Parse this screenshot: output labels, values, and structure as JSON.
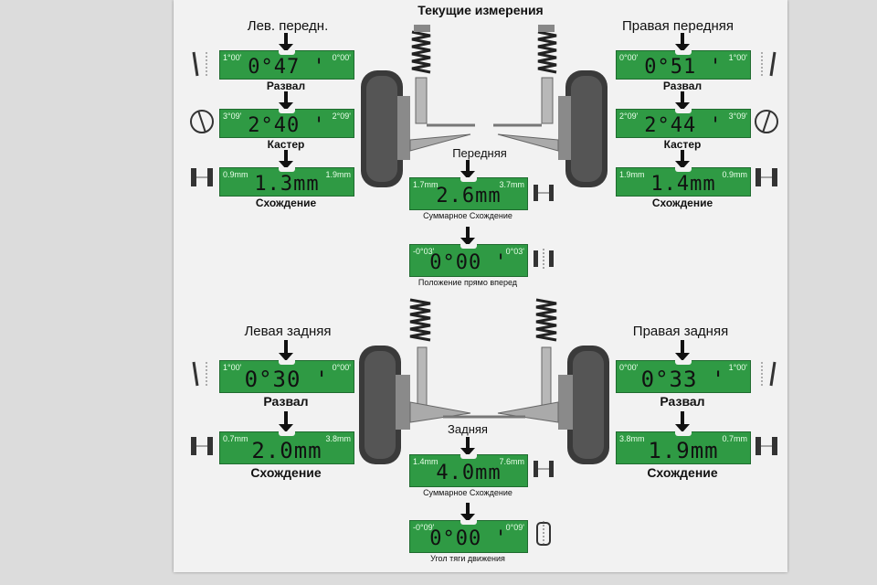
{
  "title": "Текущие измерения",
  "front_left": {
    "label": "Лев. передн.",
    "camber": {
      "min": "1°00'",
      "max": "0°00'",
      "value": "0°47 '",
      "caption": "Развал"
    },
    "caster": {
      "min": "3°09'",
      "max": "2°09'",
      "value": "2°40 '",
      "caption": "Кастер"
    },
    "toe": {
      "min": "0.9mm",
      "max": "1.9mm",
      "value": "1.3mm",
      "caption": "Схождение"
    }
  },
  "front_right": {
    "label": "Правая передняя",
    "camber": {
      "min": "0°00'",
      "max": "1°00'",
      "value": "0°51 '",
      "caption": "Развал"
    },
    "caster": {
      "min": "2°09'",
      "max": "3°09'",
      "value": "2°44 '",
      "caption": "Кастер"
    },
    "toe": {
      "min": "1.9mm",
      "max": "0.9mm",
      "value": "1.4mm",
      "caption": "Схождение"
    }
  },
  "front_center": {
    "label": "Передняя",
    "total_toe": {
      "min": "1.7mm",
      "max": "3.7mm",
      "value": "2.6mm",
      "caption": "Суммарное Схождение"
    },
    "straight_ahead": {
      "min": "-0°03'",
      "max": "0°03'",
      "value": "0°00 '",
      "caption": "Положение прямо вперед"
    }
  },
  "rear_left": {
    "label": "Левая задняя",
    "camber": {
      "min": "1°00'",
      "max": "0°00'",
      "value": "0°30 '",
      "caption": "Развал"
    },
    "toe": {
      "min": "0.7mm",
      "max": "3.8mm",
      "value": "2.0mm",
      "caption": "Схождение"
    }
  },
  "rear_right": {
    "label": "Правая задняя",
    "camber": {
      "min": "0°00'",
      "max": "1°00'",
      "value": "0°33 '",
      "caption": "Развал"
    },
    "toe": {
      "min": "3.8mm",
      "max": "0.7mm",
      "value": "1.9mm",
      "caption": "Схождение"
    }
  },
  "rear_center": {
    "label": "Задняя",
    "total_toe": {
      "min": "1.4mm",
      "max": "7.6mm",
      "value": "4.0mm",
      "caption": "Суммарное Схождение"
    },
    "thrust_angle": {
      "min": "-0°09'",
      "max": "0°09'",
      "value": "0°00 '",
      "caption": "Угол тяги движения"
    }
  },
  "colors": {
    "gauge_green": "#2f9a44",
    "text": "#111111",
    "screen_bg": "#f2f2f2"
  }
}
